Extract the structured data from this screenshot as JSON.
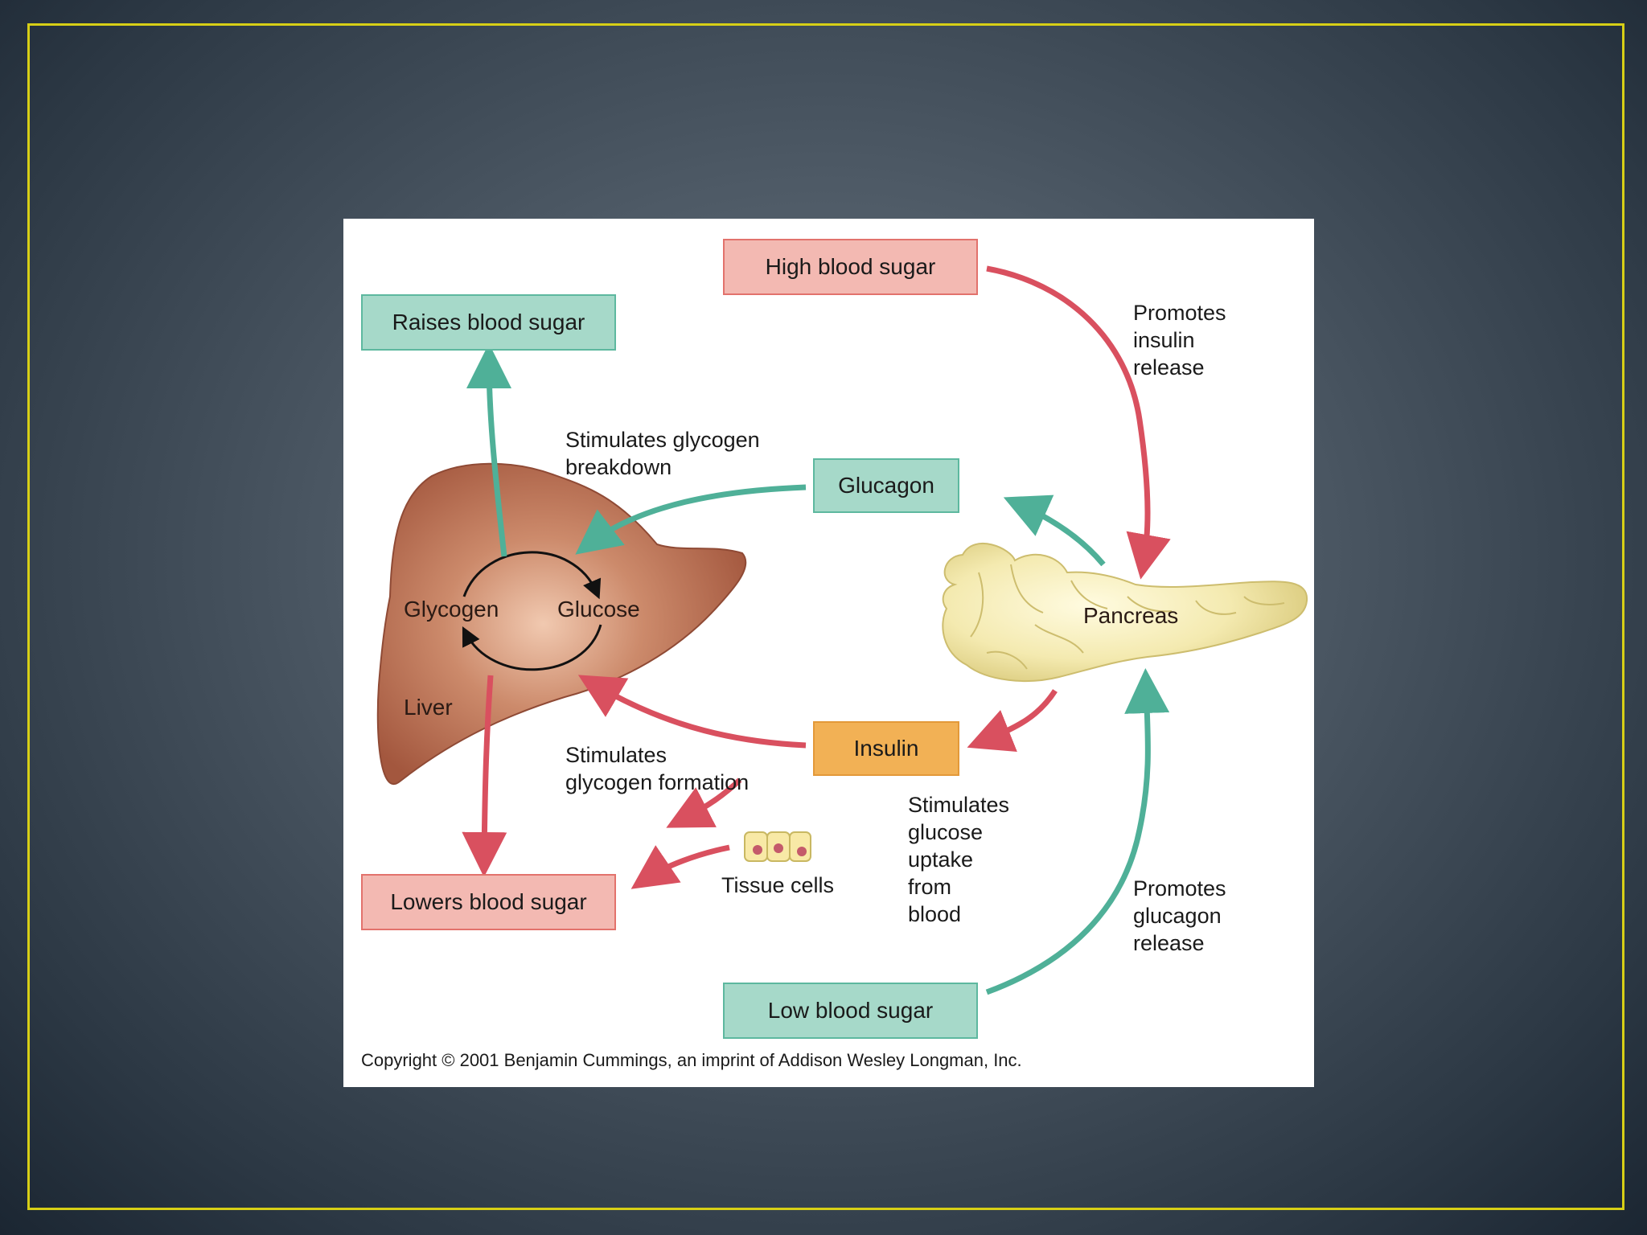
{
  "colors": {
    "frame": "#d7cf16",
    "background": "#4d5965",
    "red_arrow": "#d9505f",
    "green_arrow": "#4fb098",
    "red_box": "#f3b9b2",
    "green_box": "#a6d9c9",
    "orange_box": "#f2b155",
    "liver": "#b66a4f",
    "pancreas": "#f4eab0"
  },
  "boxes": {
    "high_blood_sugar": "High blood sugar",
    "raises_blood_sugar": "Raises blood sugar",
    "glucagon": "Glucagon",
    "insulin": "Insulin",
    "lowers_blood_sugar": "Lowers blood sugar",
    "low_blood_sugar": "Low blood sugar"
  },
  "labels": {
    "promotes_insulin": [
      "Promotes",
      "insulin",
      "release"
    ],
    "stimulates_breakdown": [
      "Stimulates glycogen",
      "breakdown"
    ],
    "stimulates_formation": [
      "Stimulates",
      "glycogen formation"
    ],
    "stimulates_uptake": [
      "Stimulates",
      "glucose",
      "uptake",
      "from",
      "blood"
    ],
    "promotes_glucagon": [
      "Promotes",
      "glucagon",
      "release"
    ],
    "tissue_cells": "Tissue cells"
  },
  "organs": {
    "liver": "Liver",
    "glycogen": "Glycogen",
    "glucose": "Glucose",
    "pancreas": "Pancreas"
  },
  "copyright": "Copyright © 2001 Benjamin Cummings, an imprint of Addison Wesley Longman, Inc."
}
